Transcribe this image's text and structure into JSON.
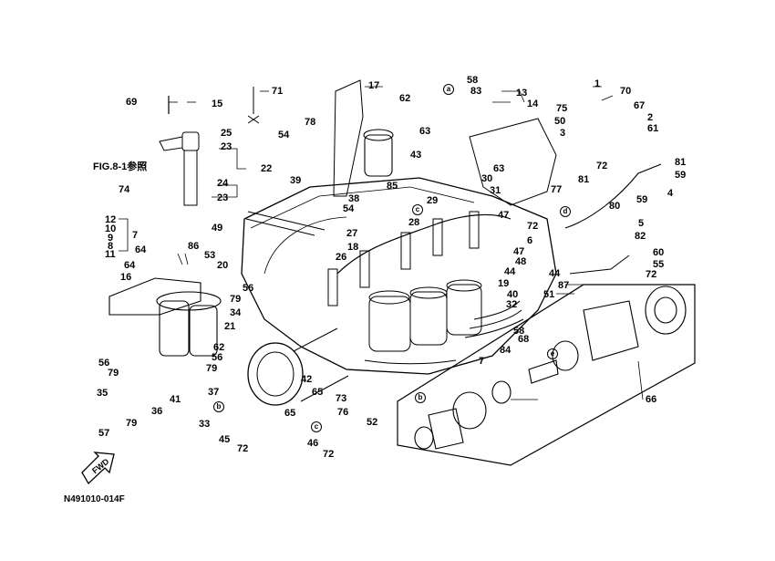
{
  "labels": {
    "p1": "1",
    "p2": "2",
    "p3": "3",
    "p4": "4",
    "p5": "5",
    "p6": "6",
    "p7a": "7",
    "p7b": "7",
    "p8": "8",
    "p9": "9",
    "p10": "10",
    "p11": "11",
    "p12": "12",
    "p13": "13",
    "p14": "14",
    "p15": "15",
    "p16": "16",
    "p17": "17",
    "p18": "18",
    "p19": "19",
    "p20": "20",
    "p21": "21",
    "p22": "22",
    "p23a": "23",
    "p23b": "23",
    "p24": "24",
    "p25": "25",
    "p26": "26",
    "p27": "27",
    "p28": "28",
    "p29": "29",
    "p30": "30",
    "p31": "31",
    "p32": "32",
    "p33": "33",
    "p34": "34",
    "p35": "35",
    "p36": "36",
    "p37": "37",
    "p38": "38",
    "p39": "39",
    "p40": "40",
    "p41": "41",
    "p42": "42",
    "p43": "43",
    "p44a": "44",
    "p44b": "44",
    "p45": "45",
    "p46": "46",
    "p47a": "47",
    "p47b": "47",
    "p48": "48",
    "p49": "49",
    "p50": "50",
    "p51": "51",
    "p52": "52",
    "p53": "53",
    "p54a": "54",
    "p54b": "54",
    "p55": "55",
    "p56a": "56",
    "p56b": "56",
    "p56c": "56",
    "p57": "57",
    "p58a": "58",
    "p58b": "58",
    "p59a": "59",
    "p59b": "59",
    "p60": "60",
    "p61": "61",
    "p62a": "62",
    "p62b": "62",
    "p63a": "63",
    "p63b": "63",
    "p64a": "64",
    "p64b": "64",
    "p65a": "65",
    "p65b": "65",
    "p66": "66",
    "p67": "67",
    "p68": "68",
    "p69": "69",
    "p70": "70",
    "p71": "71",
    "p72a": "72",
    "p72b": "72",
    "p72c": "72",
    "p72d": "72",
    "p72e": "72",
    "p73": "73",
    "p74": "74",
    "p75": "75",
    "p76": "76",
    "p77": "77",
    "p78": "78",
    "p79a": "79",
    "p79b": "79",
    "p79c": "79",
    "p79d": "79",
    "p80": "80",
    "p81a": "81",
    "p81b": "81",
    "p82": "82",
    "p83": "83",
    "p84": "84",
    "p85": "85",
    "p86": "86",
    "p87": "87"
  },
  "markers": {
    "a": "a",
    "b": "b",
    "c": "c",
    "d": "d",
    "e": "e"
  },
  "figure_ref": "FIG.8-1参照",
  "part_code": "N491010-014F",
  "fwd_label": "FWD"
}
